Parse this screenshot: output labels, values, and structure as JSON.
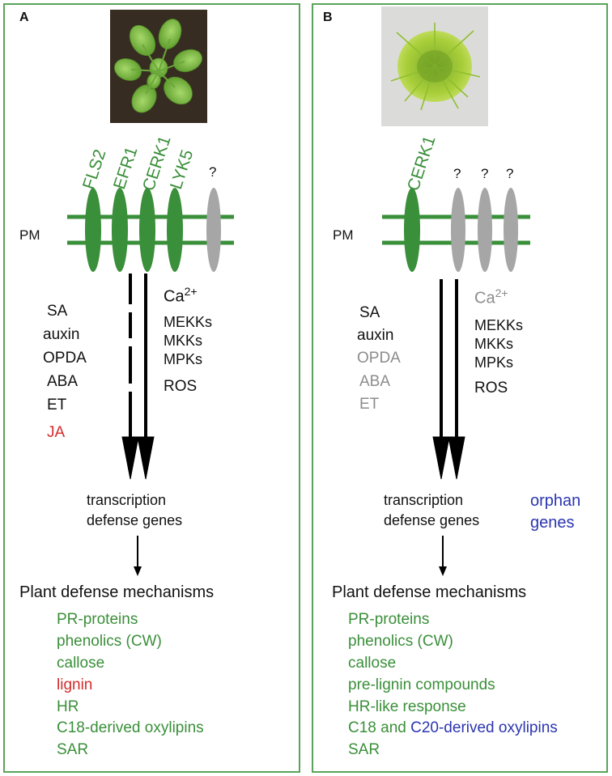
{
  "colors": {
    "green": "#3a8f3a",
    "receptor_green": "#3a8f3a",
    "receptor_gray": "#a6a6a6",
    "membrane": "#3a8f3a",
    "gray_text": "#8c8c8c",
    "red": "#d42b2b",
    "blue": "#2b35b0",
    "border": "#5aa35a"
  },
  "panel_a": {
    "label": "A",
    "photo": "arabidopsis-rosette-photo",
    "receptors": [
      "FLS2",
      "EFR1",
      "CERK1",
      "LYK5",
      "?"
    ],
    "membrane_label": "PM",
    "hormones": [
      "SA",
      "auxin",
      "OPDA",
      "ABA",
      "ET",
      "JA"
    ],
    "calcium": "Ca",
    "calcium_sup": "2+",
    "kinases": [
      "MEKKs",
      "MKKs",
      "MPKs"
    ],
    "ros": "ROS",
    "transcription": [
      "transcription",
      "defense genes"
    ],
    "mechanisms_title": "Plant defense mechanisms",
    "mechanisms": [
      "PR-proteins",
      "phenolics (CW)",
      "callose",
      "lignin",
      "HR",
      "C18-derived oxylipins",
      "SAR"
    ]
  },
  "panel_b": {
    "label": "B",
    "photo": "moss-photo",
    "receptors": [
      "CERK1",
      "?",
      "?",
      "?"
    ],
    "membrane_label": "PM",
    "hormones": [
      "SA",
      "auxin",
      "OPDA",
      "ABA",
      "ET"
    ],
    "calcium": "Ca",
    "calcium_sup": "2+",
    "kinases": [
      "MEKKs",
      "MKKs",
      "MPKs"
    ],
    "ros": "ROS",
    "transcription": [
      "transcription",
      "defense genes"
    ],
    "orphan": [
      "orphan",
      "genes"
    ],
    "mechanisms_title": "Plant defense mechanisms",
    "mechanisms": [
      "PR-proteins",
      "phenolics (CW)",
      "callose",
      "pre-lignin compounds",
      "HR-like response"
    ],
    "mechanism_c18": "C18 and",
    "mechanism_c20": "C20-derived oxylipins",
    "mechanism_sar": "SAR"
  }
}
